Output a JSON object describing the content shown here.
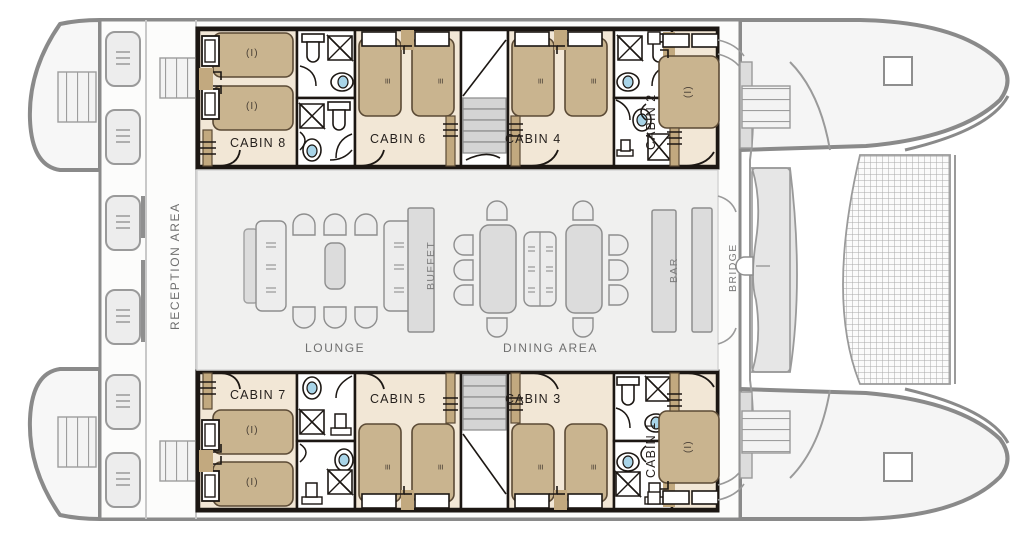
{
  "plan": {
    "type": "catamaran-deck-plan",
    "colors": {
      "hull_outline": "#8a8a8a",
      "hull_fill": "#f4f4f4",
      "deck_fill": "#fbfbfa",
      "cabin_fill": "#f2e7d6",
      "bed_fill": "#c9b48f",
      "bed_fill_light": "#d8c6a6",
      "wall_dark": "#1c1713",
      "furniture_grey": "#d9d9d9",
      "furniture_stroke": "#9a9a9a",
      "toilet_blue": "#a8d4e8",
      "common_fill": "#f0f0ef"
    }
  },
  "cabins": [
    {
      "id": "cabin8",
      "label": "CABIN 8",
      "orientation": "horizontal",
      "beds": "twin",
      "bed_marks": [
        "(I)",
        "(I)"
      ]
    },
    {
      "id": "cabin6",
      "label": "CABIN 6",
      "orientation": "horizontal",
      "beds": "twin",
      "bed_marks": [
        "≡",
        "≡"
      ]
    },
    {
      "id": "cabin4",
      "label": "CABIN 4",
      "orientation": "horizontal",
      "beds": "twin",
      "bed_marks": [
        "≡",
        "≡"
      ]
    },
    {
      "id": "cabin2",
      "label": "CABIN 2",
      "orientation": "vertical",
      "beds": "double",
      "bed_marks": [
        "(I)"
      ]
    },
    {
      "id": "cabin7",
      "label": "CABIN 7",
      "orientation": "horizontal",
      "beds": "twin",
      "bed_marks": [
        "(I)",
        "(I)"
      ]
    },
    {
      "id": "cabin5",
      "label": "CABIN 5",
      "orientation": "horizontal",
      "beds": "twin",
      "bed_marks": [
        "≡",
        "≡"
      ]
    },
    {
      "id": "cabin3",
      "label": "CABIN 3",
      "orientation": "horizontal",
      "beds": "twin",
      "bed_marks": [
        "≡",
        "≡"
      ]
    },
    {
      "id": "cabin1",
      "label": "CABIN 1",
      "orientation": "vertical",
      "beds": "double",
      "bed_marks": [
        "(I)"
      ]
    }
  ],
  "areas": [
    {
      "id": "reception",
      "label": "RECEPTION AREA",
      "orientation": "vertical"
    },
    {
      "id": "lounge",
      "label": "LOUNGE",
      "orientation": "horizontal"
    },
    {
      "id": "dining",
      "label": "DINING AREA",
      "orientation": "horizontal"
    },
    {
      "id": "buffet",
      "label": "BUFFET",
      "orientation": "vertical"
    },
    {
      "id": "bar",
      "label": "BAR",
      "orientation": "vertical"
    },
    {
      "id": "bridge",
      "label": "BRIDGE",
      "orientation": "vertical"
    }
  ],
  "features": {
    "stairs_upper": "staircase",
    "stairs_lower": "staircase",
    "bow_net": "trampoline-net",
    "sun_deck_hatches": 2,
    "ladders": 4,
    "gangways": 2
  }
}
